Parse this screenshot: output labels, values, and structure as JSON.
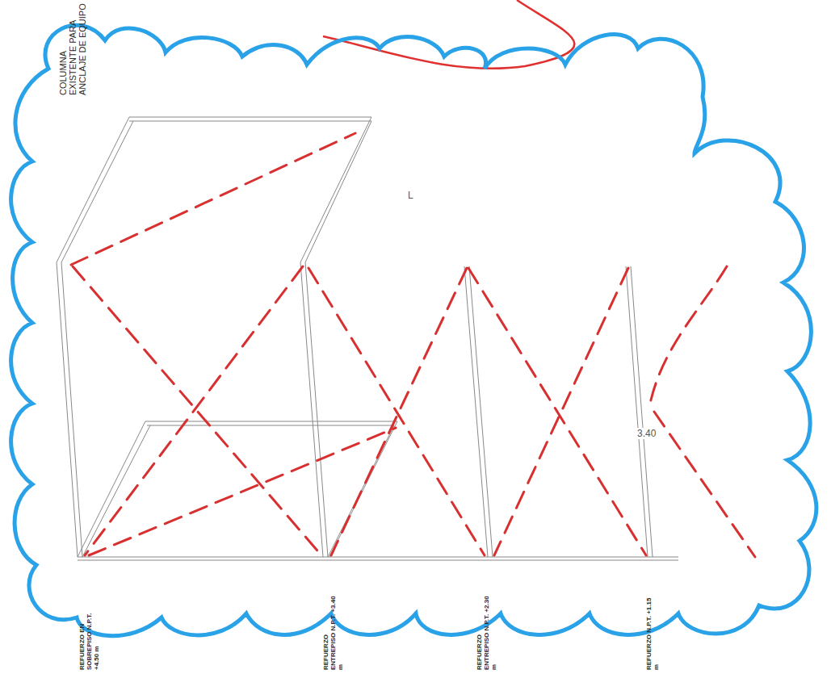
{
  "diagram": {
    "labels": [
      "COLUMNA EXISTENTE PARA ANCLAJE DE EQUIPO",
      "L",
      "3.40",
      "REFUERZO EN SOBREPISO N.P.T. +4.50 m",
      "REFUERZO ENTREPISO N.P.T. +3.40 m",
      "REFUERZO ENTREPISO N.P.T. +2.30 m",
      "REFUERZO N.P.T. +1.15 m"
    ]
  }
}
